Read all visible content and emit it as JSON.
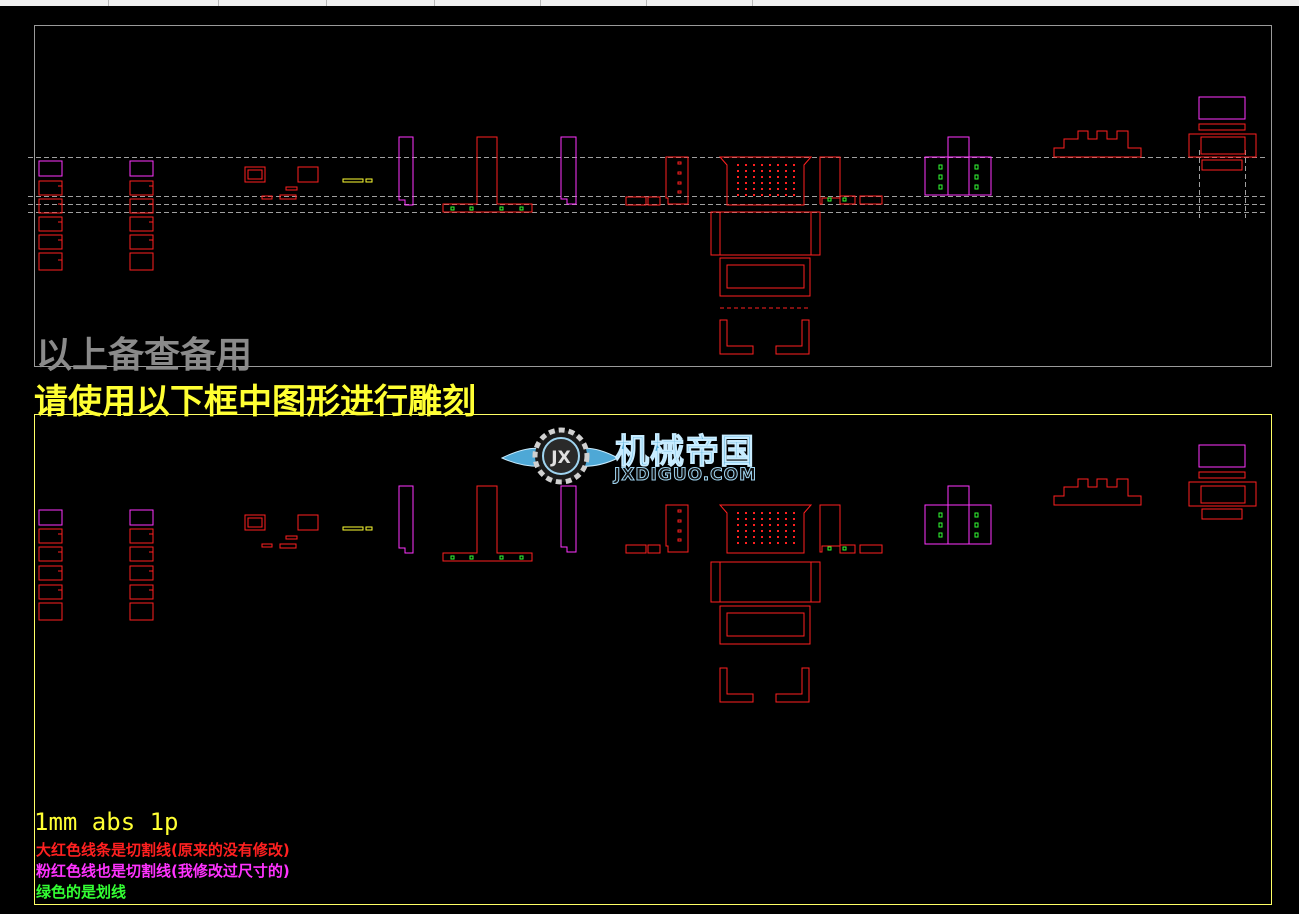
{
  "drawing": {
    "reference_label": "以上备查备用",
    "engrave_label": "请使用以下框中图形进行雕刻",
    "settings_text": "1mm abs 1p",
    "legend": {
      "red": "大红色线条是切割线(原来的没有修改)",
      "pink": "粉红色线也是切割线(我修改过尺寸的)",
      "green": "绿色的是划线"
    },
    "colors": {
      "background": "#000000",
      "cut_original": "#ff2020",
      "cut_modified": "#ff33ff",
      "score": "#33ff33",
      "frame_top": "#9a9a9a",
      "frame_bottom": "#ffff66",
      "logo_blue": "#4ea8d6"
    }
  },
  "watermark": {
    "cn": "机械帝国",
    "en": "JXDIGUO.COM",
    "badge": "JX"
  }
}
